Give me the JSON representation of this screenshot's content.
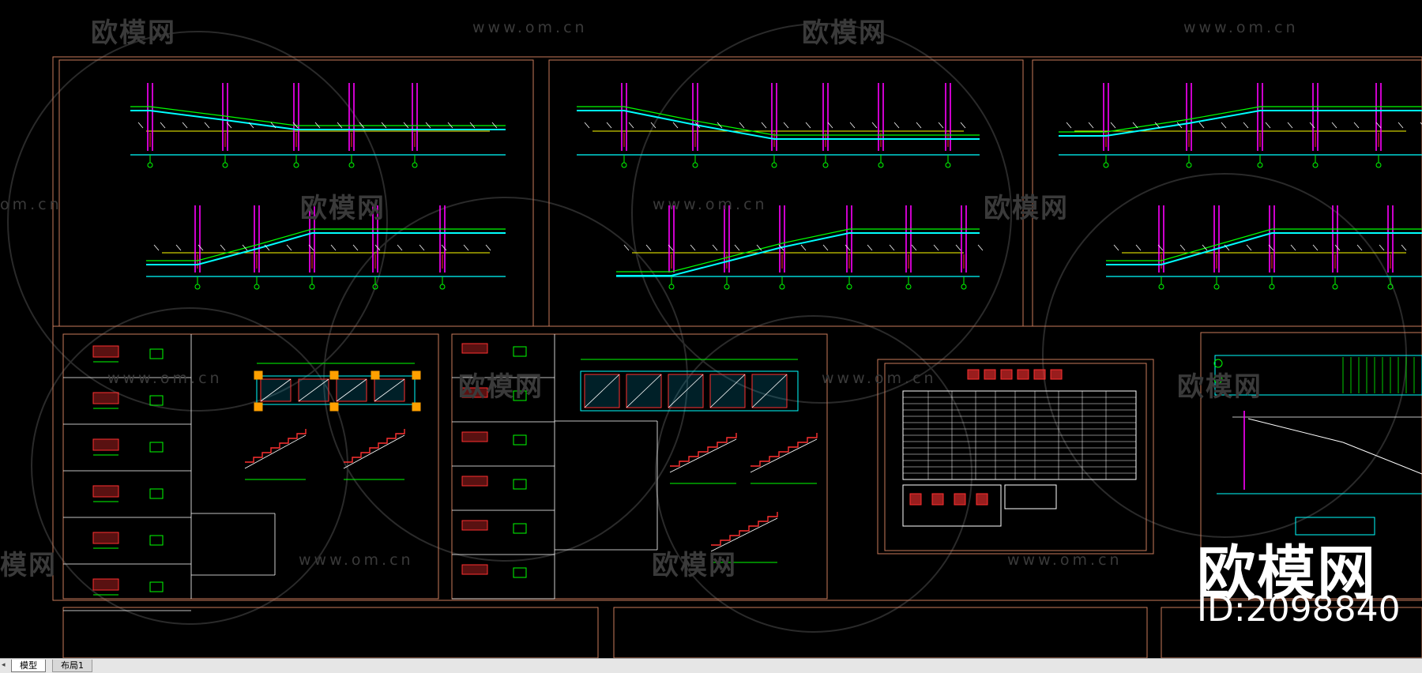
{
  "watermark": {
    "brand": "欧模网",
    "url": "www.om.cn",
    "url_partial": "om.cn",
    "brand_partial": "模网"
  },
  "logo": {
    "brand": "欧模网",
    "id_text": "ID:2098840"
  },
  "tabs": [
    {
      "label": "模型",
      "active": true
    },
    {
      "label": "布局1",
      "active": false
    }
  ],
  "colors": {
    "background": "#000000",
    "frame": "#c87a5a",
    "cyan": "#00ffff",
    "magenta": "#ff00ff",
    "green": "#00ff00",
    "yellow": "#ffff00",
    "red": "#ff3030",
    "white": "#ffffff",
    "watermark": "#3a3a3a"
  }
}
